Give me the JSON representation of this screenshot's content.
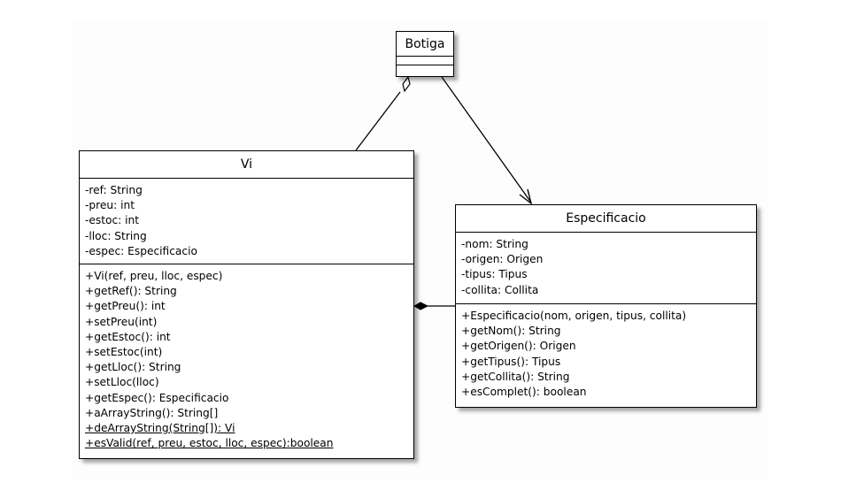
{
  "diagram": {
    "classes": {
      "botiga": {
        "name": "Botiga",
        "attributes": [],
        "operations": []
      },
      "vi": {
        "name": "Vi",
        "attributes": [
          "-ref: String",
          "-preu: int",
          "-estoc: int",
          "-lloc: String",
          "-espec: Especificacio"
        ],
        "operations": [
          "+Vi(ref, preu, lloc, espec)",
          "+getRef(): String",
          "+getPreu(): int",
          "+setPreu(int)",
          "+getEstoc(): int",
          "+setEstoc(int)",
          "+getLloc(): String",
          "+setLloc(lloc)",
          "+getEspec(): Especificacio",
          "+aArrayString(): String[]",
          "+deArrayString(String[]): Vi",
          "+esValid(ref, preu, estoc, lloc, espec):boolean"
        ],
        "static_operations": [
          10,
          11
        ]
      },
      "especificacio": {
        "name": "Especificacio",
        "attributes": [
          "-nom: String",
          "-origen: Origen",
          "-tipus: Tipus",
          "-collita: Collita"
        ],
        "operations": [
          "+Especificacio(nom, origen, tipus, collita)",
          "+getNom(): String",
          "+getOrigen(): Origen",
          "+getTipus(): Tipus",
          "+getCollita(): String",
          "+esComplet(): boolean"
        ]
      }
    },
    "relations": [
      {
        "from": "botiga",
        "to": "vi",
        "type": "aggregation"
      },
      {
        "from": "botiga",
        "to": "especificacio",
        "type": "association"
      },
      {
        "from": "vi",
        "to": "especificacio",
        "type": "composition"
      }
    ]
  }
}
